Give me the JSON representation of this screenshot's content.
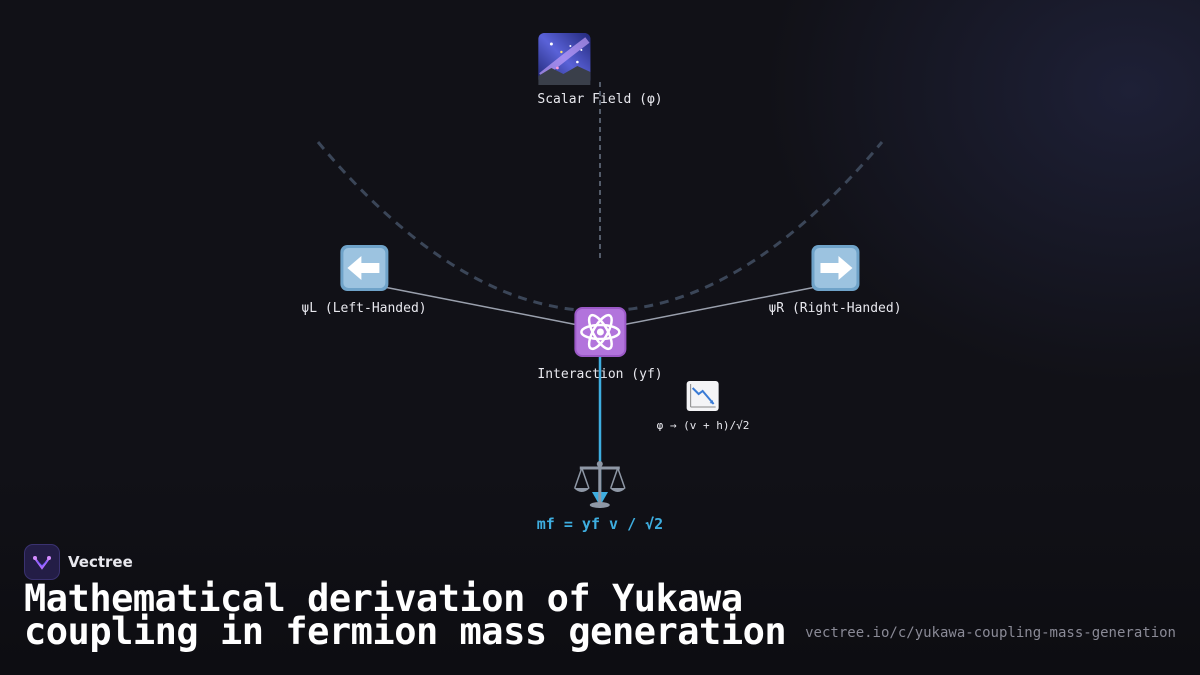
{
  "diagram": {
    "nodes": {
      "scalar_field": {
        "icon": "milky-way-icon",
        "label": "Scalar Field (φ)"
      },
      "psi_left": {
        "icon": "left-arrow-icon",
        "label": "ψL (Left-Handed)"
      },
      "psi_right": {
        "icon": "right-arrow-icon",
        "label": "ψR (Right-Handed)"
      },
      "interaction": {
        "icon": "atom-icon",
        "label": "Interaction (yf)"
      },
      "vev": {
        "icon": "chart-decreasing-icon",
        "label": "φ → (v + h)/√2"
      },
      "mass": {
        "icon": "balance-scale-icon",
        "label": "mf = yf v / √2"
      }
    },
    "colors": {
      "edge": "#9aa0ad",
      "dashed": "#3b4658",
      "highlight": "#3eaee0"
    }
  },
  "brand": {
    "name": "Vectree",
    "logo": "vectree-logo-icon"
  },
  "title": "Mathematical derivation of Yukawa coupling in fermion mass generation",
  "url": "vectree.io/c/yukawa-coupling-mass-generation"
}
